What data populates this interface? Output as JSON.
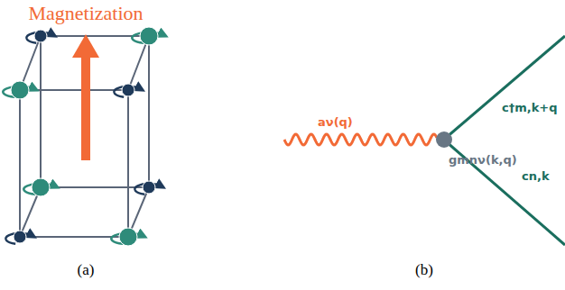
{
  "diagram": {
    "labels": [
      "Magnetization",
      "aν(q)",
      "gmnν(k,q)",
      "c†m,k+q",
      "cn,k",
      "(a)",
      "(b)"
    ]
  }
}
